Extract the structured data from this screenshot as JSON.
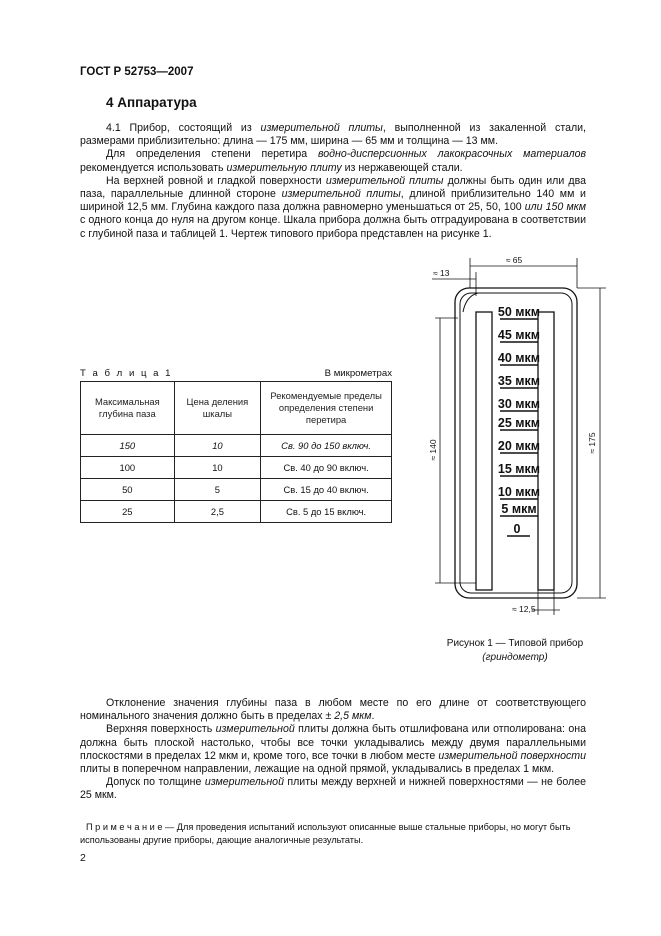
{
  "header": {
    "code": "ГОСТ Р 52753—2007"
  },
  "section": {
    "title": "4 Аппаратура"
  },
  "paragraphs": [
    [
      "4.1 Прибор, состоящий из ",
      "измерительной плиты",
      ", выполненной из закаленной стали, размерами приблизительно: длина — 175 мм, ширина — 65 мм и толщина — 13 мм."
    ],
    [
      "Для определения степени перетира ",
      "водно-дисперсионных лакокрасочных материалов",
      " рекомендуется использовать ",
      "измерительную плиту",
      " из нержавеющей стали."
    ],
    [
      "На верхней ровной и гладкой поверхности ",
      "измерительной плиты",
      " должны быть один или два паза, параллельные длинной стороне ",
      "измерительной плиты",
      ", длиной приблизительно 140 мм и шириной 12,5 мм. Глубина каждого паза должна равномерно уменьшаться от 25, 50, 100 ",
      "или 150 мкм",
      " с одного конца до нуля на другом конце. Шкала прибора должна быть отградуирована в соответствии с глубиной паза и таблицей 1. Чертеж типового прибора представлен на рисунке 1."
    ]
  ],
  "table": {
    "caption": "Т а б л и ц а 1",
    "units": "В микрометрах",
    "headers": [
      "Максимальная глубина паза",
      "Цена деления шкалы",
      "Рекомендуемые пределы определения степени перетира"
    ],
    "rows": [
      [
        "150",
        "10",
        "Св. 90 до 150 включ."
      ],
      [
        "100",
        "10",
        "Св. 40 до 90 включ."
      ],
      [
        "50",
        "5",
        "Св. 15 до 40 включ."
      ],
      [
        "25",
        "2,5",
        "Св. 5 до 15 включ."
      ]
    ]
  },
  "figure": {
    "scale_labels": [
      "50 мкм",
      "45 мкм",
      "40 мкм",
      "35 мкм",
      "30 мкм",
      "25 мкм",
      "20 мкм",
      "15 мкм",
      "10 мкм",
      "5 мкм",
      "0"
    ],
    "dims": {
      "width": "≈ 65",
      "edge": "≈ 13",
      "groove_len": "≈ 140",
      "length": "≈ 175",
      "groove_w": "≈ 12,5"
    },
    "caption_line1": "Рисунок 1 — Типовой прибор",
    "caption_line2": "(гриндометр)"
  },
  "paragraphs2": [
    [
      "Отклонение значения глубины паза в любом месте по его длине от соответствующего номинального значения должно быть в пределах ",
      "± 2,5 мкм",
      "."
    ],
    [
      "Верхняя поверхность ",
      "измерительной",
      " плиты должна быть отшлифована или отполирована: она должна быть плоской настолько, чтобы все точки укладывались между двумя параллельными плоскостями в пределах 12 мкм и, кроме того, все точки в любом месте ",
      "измерительной поверхности",
      " плиты в поперечном направлении, лежащие на одной прямой, укладывались в пределах 1 мкм."
    ],
    [
      "Допуск по толщине ",
      "измерительной",
      " плиты между верхней и нижней поверхностями — не более 25 мкм."
    ]
  ],
  "note": "П р и м е ч а н и е — Для проведения испытаний используют описанные выше стальные приборы, но могут быть использованы другие приборы, дающие аналогичные результаты.",
  "page_number": "2"
}
